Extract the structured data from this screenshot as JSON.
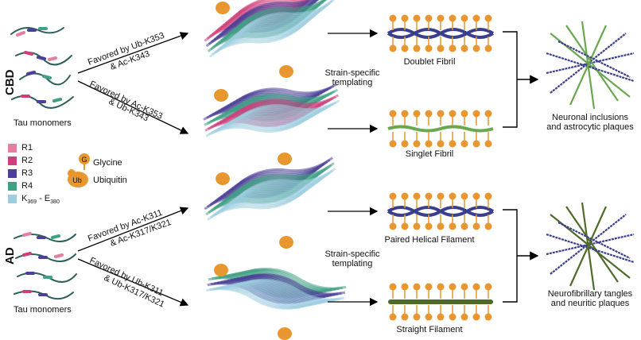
{
  "colors": {
    "R1": "#e27fa2",
    "R2": "#cf3f7b",
    "R3": "#4b3f98",
    "R4": "#3fa184",
    "K369_E380": "#9ecde0",
    "glycine": "#e8962f",
    "ubiquitin": "#e8962f",
    "fibril_backbone": "#3a3e8f",
    "fibril_green": "#6aa84f",
    "sf_core": "#4f6b2a"
  },
  "cbd": {
    "side_label": "CBD",
    "monomers_label": "Tau monomers",
    "path1": {
      "line1": "Favored by Ub-K353",
      "line2": "& Ac-K343"
    },
    "path2": {
      "line1": "Favored by Ac-K353",
      "line2": "& Ub-K343"
    },
    "templating_line1": "Strain-specific",
    "templating_line2": "templating",
    "fibril1": "Doublet Fibril",
    "fibril2": "Singlet Fibril",
    "outcome_line1": "Neuronal inclusions",
    "outcome_line2": "and astrocytic plaques"
  },
  "ad": {
    "side_label": "AD",
    "monomers_label": "Tau monomers",
    "path1": {
      "line1": "Favored by Ac-K311",
      "line2": "& Ac-K317/K321"
    },
    "path2": {
      "line1": "Favored by Ub-K311",
      "line2": "& Ub-K317/K321"
    },
    "templating_line1": "Strain-specific",
    "templating_line2": "templating",
    "fibril1": "Paired Helical Filament",
    "fibril2": "Straight Filament",
    "outcome_line1": "Neurofibrillary tangles",
    "outcome_line2": "and neuritic plaques"
  },
  "legend": {
    "items": [
      {
        "label": "R1",
        "color_key": "R1"
      },
      {
        "label": "R2",
        "color_key": "R2"
      },
      {
        "label": "R3",
        "color_key": "R3"
      },
      {
        "label": "R4",
        "color_key": "R4"
      }
    ],
    "k_range": {
      "k": "K",
      "k_sub": "369",
      "dash": " - E",
      "e_sub": "380"
    },
    "glycine_glyph": "G",
    "glycine_label": "Glycine",
    "ubiquitin_glyph": "Ub",
    "ubiquitin_label": "Ubiquitin"
  }
}
